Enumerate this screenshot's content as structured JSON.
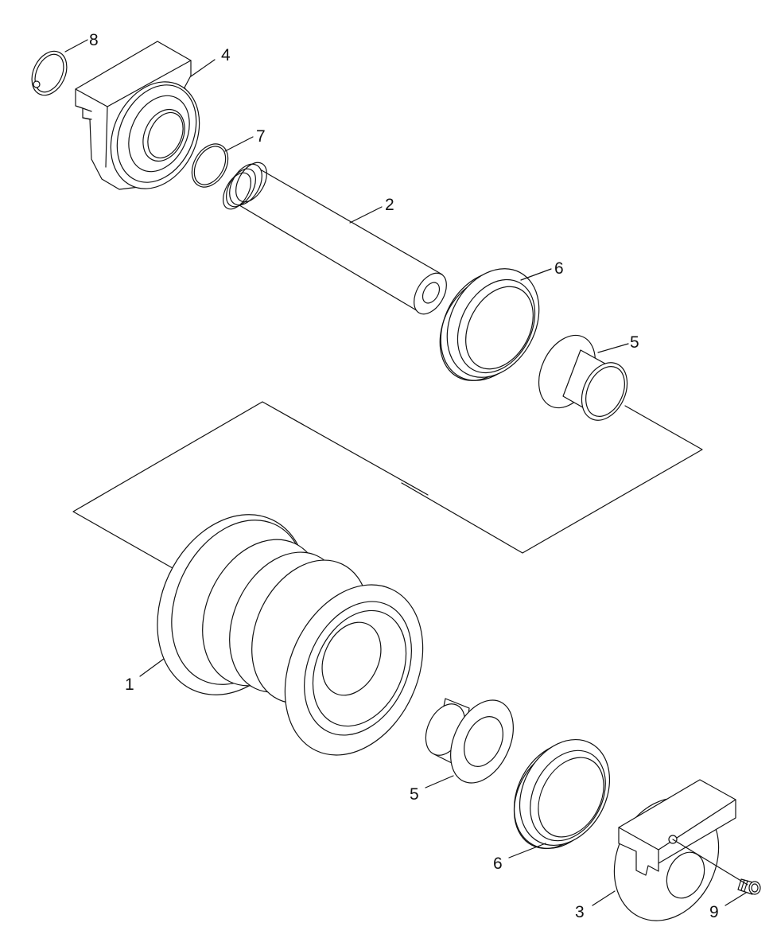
{
  "callouts": [
    {
      "id": "p1",
      "text": "1"
    },
    {
      "id": "p2",
      "text": "2"
    },
    {
      "id": "p3",
      "text": "3"
    },
    {
      "id": "p4",
      "text": "4"
    },
    {
      "id": "p5a",
      "text": "5"
    },
    {
      "id": "p5b",
      "text": "5"
    },
    {
      "id": "p6a",
      "text": "6"
    },
    {
      "id": "p6b",
      "text": "6"
    },
    {
      "id": "p7",
      "text": "7"
    },
    {
      "id": "p8",
      "text": "8"
    },
    {
      "id": "p9",
      "text": "9"
    }
  ]
}
